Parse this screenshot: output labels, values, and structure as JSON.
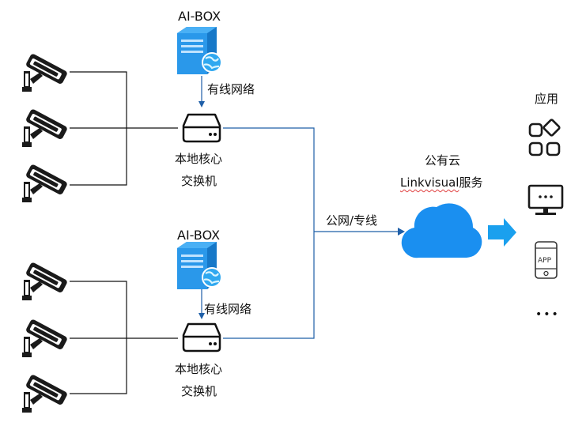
{
  "groups": [
    {
      "ai_box_label": "AI-BOX",
      "wired_label": "有线网络",
      "switch_line1": "本地核心",
      "switch_line2": "交换机"
    },
    {
      "ai_box_label": "AI-BOX",
      "wired_label": "有线网络",
      "switch_line1": "本地核心",
      "switch_line2": "交换机"
    }
  ],
  "link_label": "公网/专线",
  "cloud": {
    "title": "公有云",
    "service_name": "Linkvisual",
    "service_suffix": "服务"
  },
  "apps": {
    "title": "应用",
    "app_badge": "APP",
    "more": "•••",
    "icons": [
      "app-grid-icon",
      "monitor-icon",
      "mobile-app-icon"
    ]
  },
  "colors": {
    "line": "#1f5fa8",
    "cloud": "#1a8ff0",
    "arrow": "#1aa0ee",
    "server": "#1f8fe0",
    "icon": "#1a1a1a"
  }
}
